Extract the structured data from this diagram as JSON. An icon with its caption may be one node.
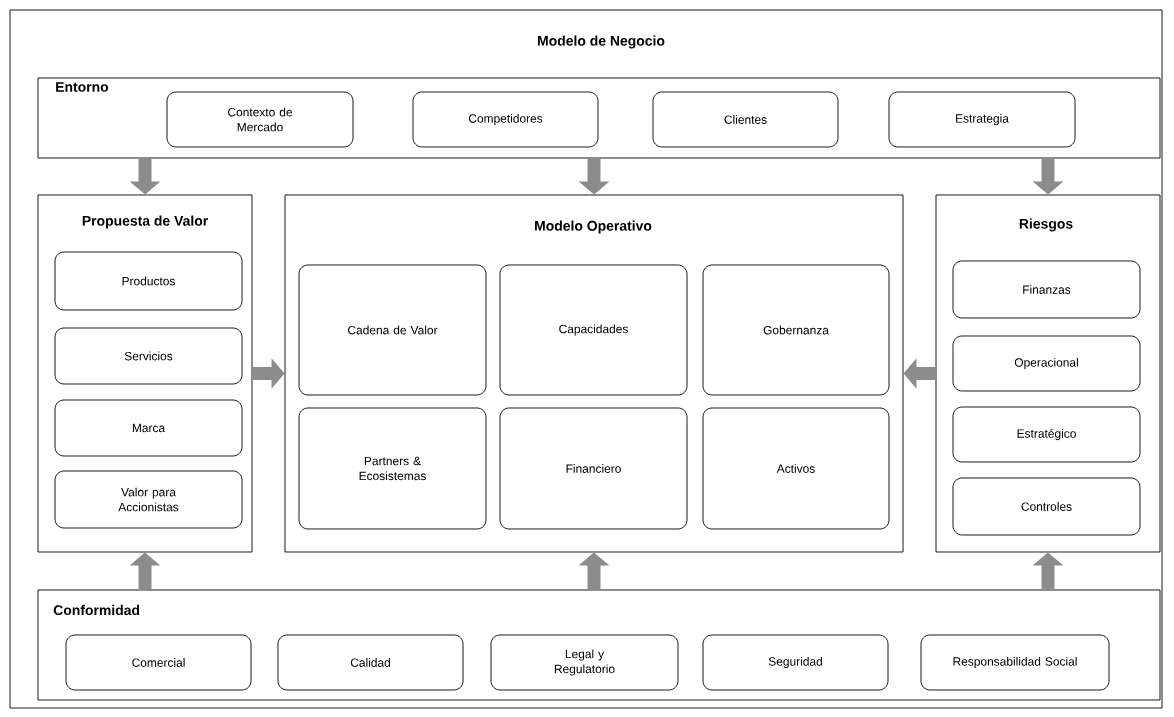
{
  "diagram": {
    "nodes": [
      {
        "text": [
          "Modelo de Negocio"
        ]
      },
      {
        "text": [
          "Entorno"
        ],
        "in": 0
      },
      {
        "text": [
          "Contexto de Mercado"
        ],
        "in": 1
      },
      {
        "text": [
          "Competidores"
        ],
        "in": 1
      },
      {
        "text": [
          "Clientes"
        ],
        "in": 1
      },
      {
        "text": [
          "Estrategia"
        ],
        "in": 1
      },
      {
        "text": [
          "Propuesta de Valor"
        ],
        "in": 0
      },
      {
        "text": [
          "Productos"
        ],
        "in": 6
      },
      {
        "text": [
          "Servicios"
        ],
        "in": 6
      },
      {
        "text": [
          "Marca"
        ],
        "in": 6
      },
      {
        "text": [
          "Valor para Accionistas"
        ],
        "in": 6
      },
      {
        "text": [
          "Modelo Operativo"
        ],
        "in": 0
      },
      {
        "text": [
          "Cadena de Valor"
        ],
        "in": 11
      },
      {
        "text": [
          "Capacidades"
        ],
        "in": 11
      },
      {
        "text": [
          "Gobernanza"
        ],
        "in": 11
      },
      {
        "text": [
          "Partners & Ecosistemas"
        ],
        "in": 11
      },
      {
        "text": [
          "Financiero"
        ],
        "in": 11
      },
      {
        "text": [
          "Activos"
        ],
        "in": 11
      },
      {
        "text": [
          "Riesgos"
        ],
        "in": 0
      },
      {
        "text": [
          "Finanzas"
        ],
        "in": 18
      },
      {
        "text": [
          "Operacional"
        ],
        "in": 18
      },
      {
        "text": [
          "Estratégico"
        ],
        "in": 18
      },
      {
        "text": [
          "Controles"
        ],
        "in": 18
      },
      {
        "text": [
          "Conformidad"
        ],
        "in": 0
      },
      {
        "text": [
          "Comercial"
        ],
        "in": 23
      },
      {
        "text": [
          "Calidad"
        ],
        "in": 23
      },
      {
        "text": [
          "Legal y Regulatorio"
        ],
        "in": 23
      },
      {
        "text": [
          "Seguridad"
        ],
        "in": 23
      },
      {
        "text": [
          "Responsabilidad Social"
        ],
        "in": 23
      }
    ],
    "edges": [
      {
        "from": 1,
        "to": 6,
        "arrow": "to"
      },
      {
        "from": 1,
        "to": 11,
        "arrow": "to"
      },
      {
        "from": 1,
        "to": 18,
        "arrow": "to"
      },
      {
        "from": 6,
        "to": 11,
        "arrow": "to"
      },
      {
        "from": 18,
        "to": 11,
        "arrow": "to"
      },
      {
        "from": 23,
        "to": 6,
        "arrow": "to"
      },
      {
        "from": 23,
        "to": 11,
        "arrow": "to"
      },
      {
        "from": 23,
        "to": 18,
        "arrow": "to"
      }
    ]
  }
}
